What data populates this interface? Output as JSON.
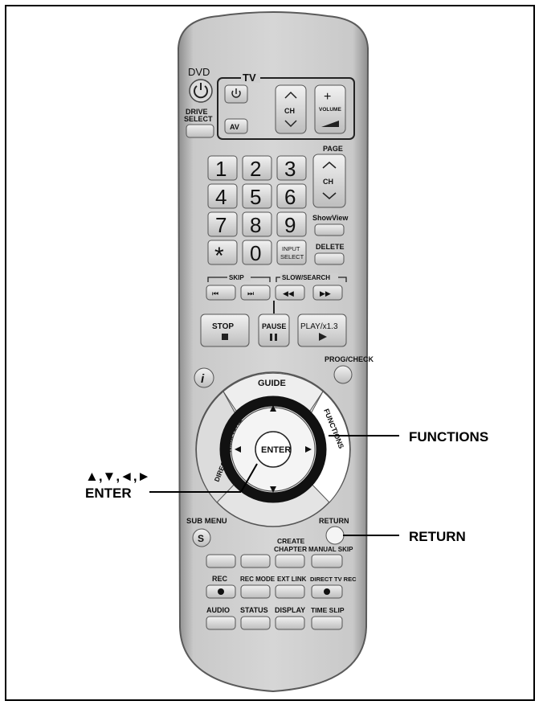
{
  "callouts": {
    "functions": "FUNCTIONS",
    "arrows": "▲,▼,◄,►",
    "enter": "ENTER",
    "return": "RETURN"
  },
  "remote": {
    "dvd": "DVD",
    "tv": "TV",
    "drive_select_1": "DRIVE",
    "drive_select_2": "SELECT",
    "av": "AV",
    "ch": "CH",
    "volume": "VOLUME",
    "page": "PAGE",
    "page_ch": "CH",
    "digits": [
      "1",
      "2",
      "3",
      "4",
      "5",
      "6",
      "7",
      "8",
      "9"
    ],
    "star": "*",
    "zero": "0",
    "showview": "ShowView",
    "input_1": "INPUT",
    "input_2": "SELECT",
    "delete": "DELETE",
    "skip": "SKIP",
    "slow_search": "SLOW/SEARCH",
    "stop": "STOP",
    "pause": "PAUSE",
    "play": "PLAY/x1.3",
    "prog_check": "PROG/CHECK",
    "info": "i",
    "guide": "GUIDE",
    "direct_navigator": "DIRECT NAVIGATOR",
    "functions_ring": "FUNCTIONS",
    "enter_btn": "ENTER",
    "sub_menu": "SUB MENU",
    "s": "S",
    "return_btn": "RETURN",
    "create_1": "CREATE",
    "create_2": "CHAPTER",
    "manual_skip": "MANUAL SKIP",
    "rec": "REC",
    "rec_mode": "REC MODE",
    "ext_link": "EXT LINK",
    "direct_tv_rec": "DIRECT TV REC",
    "audio": "AUDIO",
    "status": "STATUS",
    "display": "DISPLAY",
    "time_slip": "TIME SLIP"
  }
}
